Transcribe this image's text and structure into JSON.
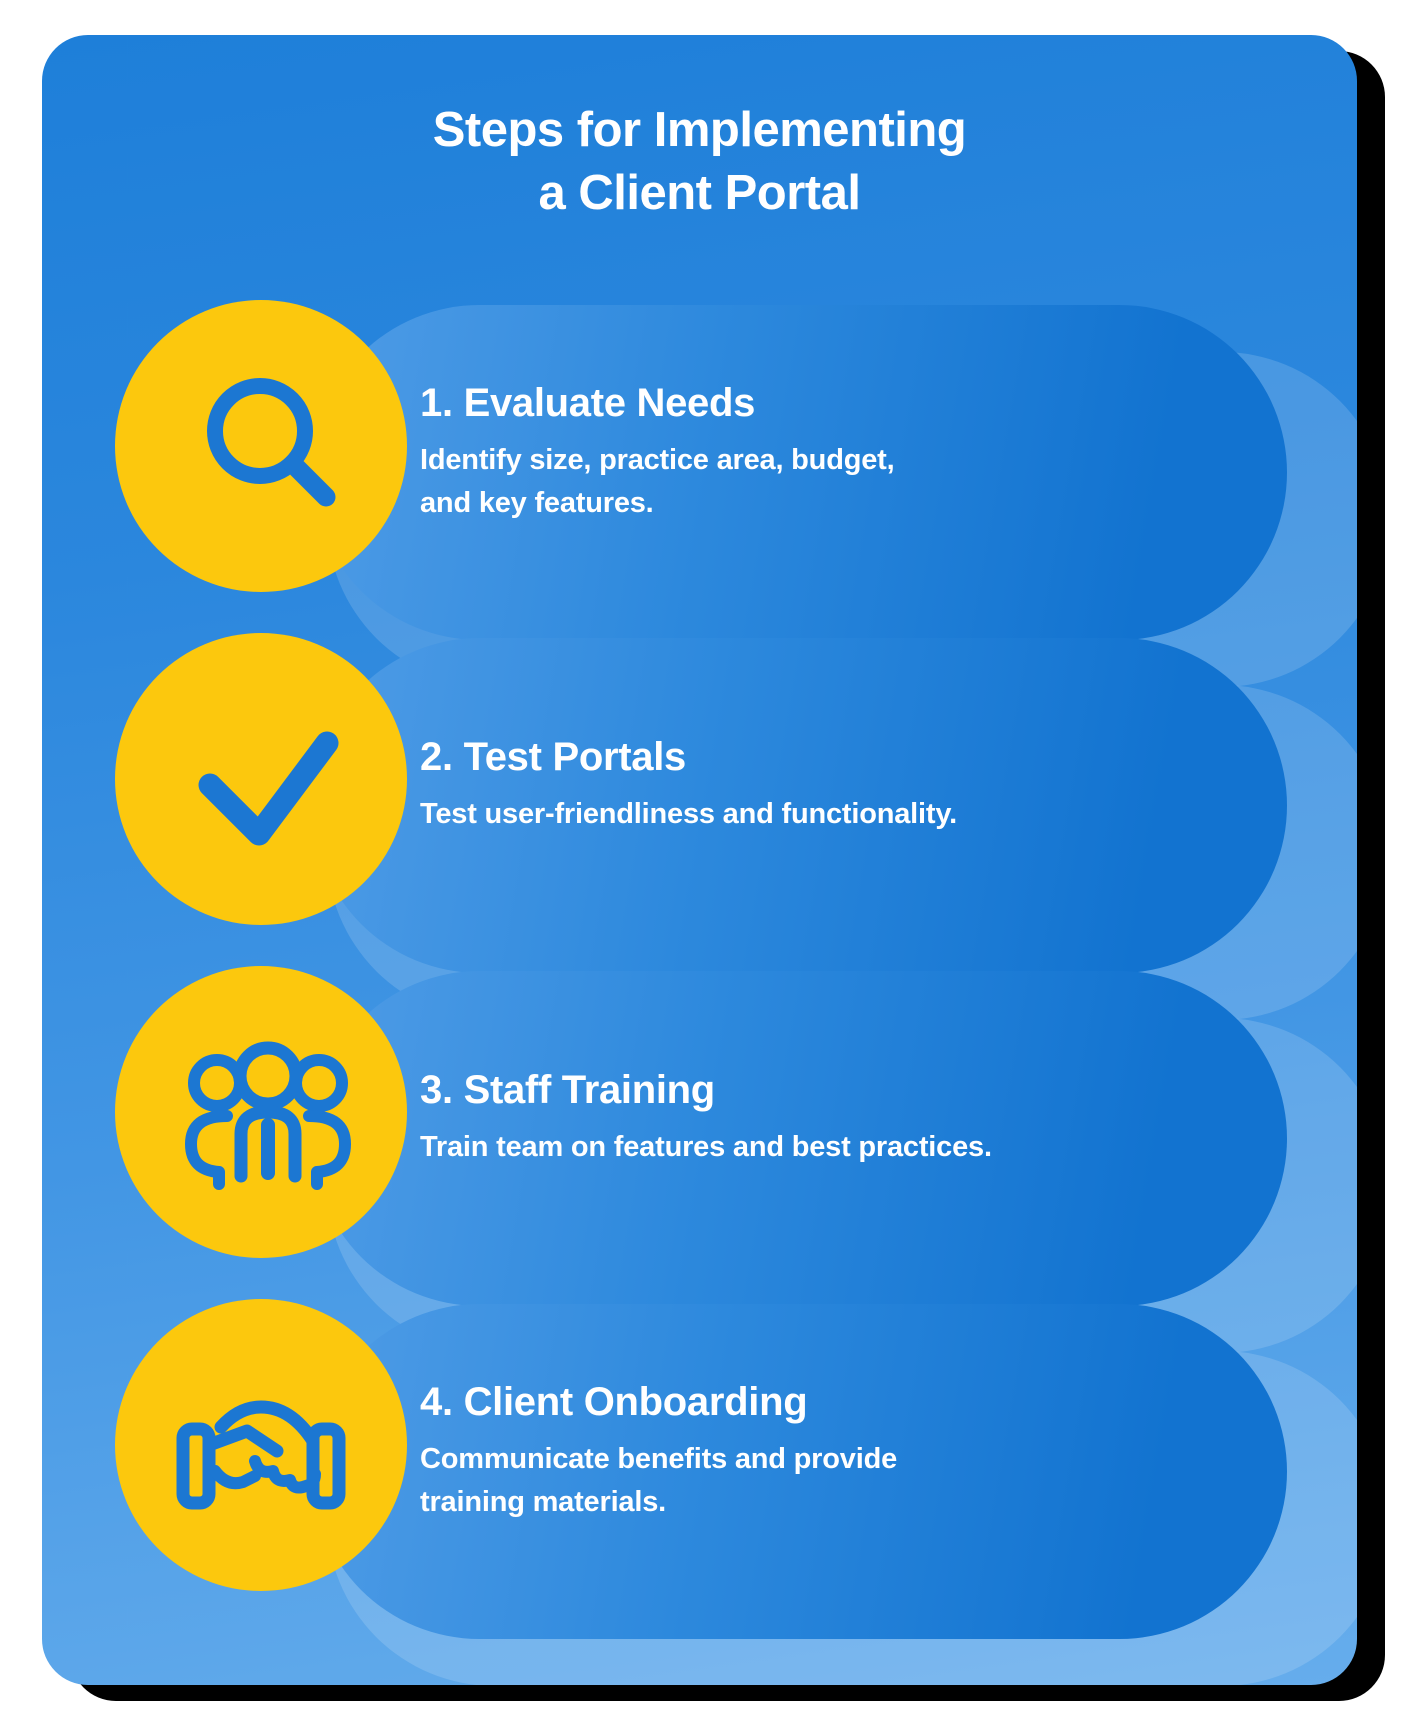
{
  "title": {
    "line1": "Steps for Implementing",
    "line2": "a Client Portal"
  },
  "steps": [
    {
      "title": "1. Evaluate Needs",
      "description": "Identify size, practice area, budget, and key features.",
      "description_lines": [
        "Identify size, practice area, budget,",
        "and key features."
      ],
      "icon": "search-icon"
    },
    {
      "title": "2. Test Portals",
      "description": "Test user-friendliness and functionality.",
      "description_lines": [
        "Test user-friendliness and functionality."
      ],
      "icon": "checkmark-icon"
    },
    {
      "title": "3. Staff Training",
      "description": "Train team on features and best practices.",
      "description_lines": [
        "Train team on features and best practices."
      ],
      "icon": "team-icon"
    },
    {
      "title": "4. Client Onboarding",
      "description": "Communicate benefits and provide training materials.",
      "description_lines": [
        "Communicate benefits and provide",
        "training materials."
      ],
      "icon": "handshake-icon"
    }
  ],
  "colors": {
    "page_background": "#ffffff",
    "card_gradient_top": "#1e7fd9",
    "card_gradient_bottom": "#66adec",
    "pill_gradient_light": "#4f9ce6",
    "pill_gradient_dark": "#1273d0",
    "band_overlay": "rgba(255,255,255,0.15)",
    "circle_yellow": "#fcc80d",
    "icon_blue": "#1c77d2",
    "text_white": "#ffffff",
    "card_shadow": "#000000"
  }
}
